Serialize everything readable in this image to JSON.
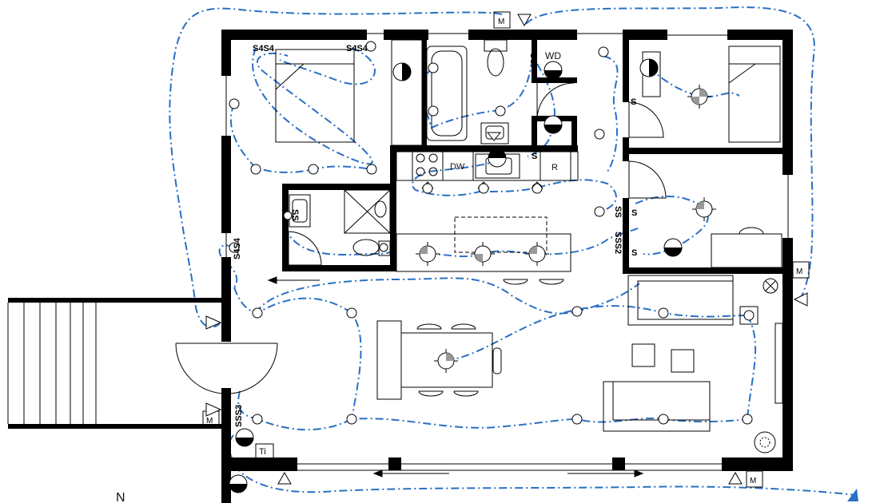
{
  "plan": {
    "north_label": "N",
    "appliances": {
      "dishwasher": "DW",
      "refrigerator": "R",
      "washer_dryer": "WD",
      "tile_heater": "Ti"
    },
    "meter_label": "M",
    "switches": {
      "s": "S",
      "s4s4": "S4S4",
      "s4s4_b": "S4S4",
      "ss": "SS",
      "sss2": "SSS2",
      "s4s4_v": "S4S4",
      "sss3": "SSS3",
      "sss3_low": "SSS3",
      "s_kitchen": "S",
      "s_wd": "SS"
    }
  }
}
